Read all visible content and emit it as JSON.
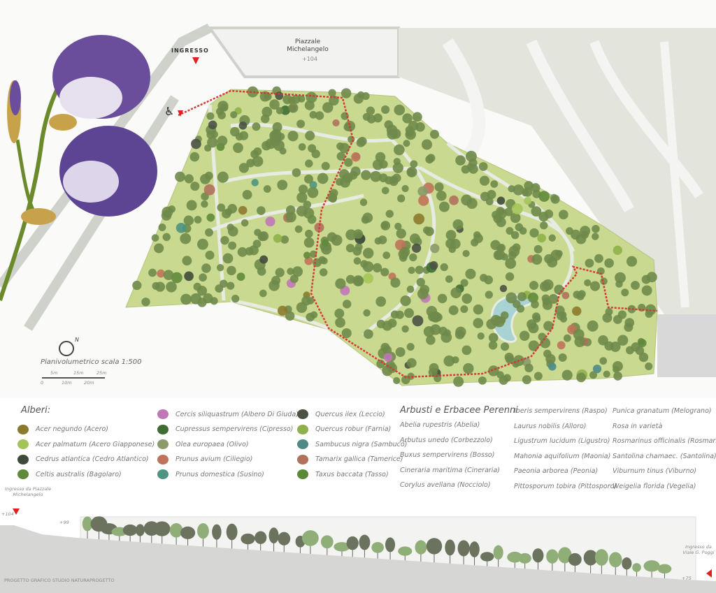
{
  "map": {
    "entrance_label": "INGRESSO",
    "piazzale_label": "Piazzale Michelangelo",
    "piazzale_elevation": "+104",
    "north_label": "N",
    "scale_title": "Planivolumetrico scala 1:500",
    "scale_ticks_top": [
      "5m",
      "15m",
      "25m"
    ],
    "scale_ticks_bottom": [
      "0",
      "10m",
      "20m"
    ],
    "colors": {
      "park": "#c9d98f",
      "path": "#e4e6df",
      "route": "#d23a3a",
      "road": "#d9dad5",
      "iris": "#6a4e9c"
    }
  },
  "legend": {
    "trees_title": "Alberi:",
    "trees": [
      {
        "label": "Acer negundo (Acero)",
        "color": "#8b7a2e"
      },
      {
        "label": "Acer palmatum (Acero Giapponese)",
        "color": "#a4c45a"
      },
      {
        "label": "Cedrus atlantica (Cedro Atlantico)",
        "color": "#3f4a3a"
      },
      {
        "label": "Celtis australis (Bagolaro)",
        "color": "#5f8a3a"
      },
      {
        "label": "Cercis siliquastrum (Albero Di Giuda)",
        "color": "#c176b8"
      },
      {
        "label": "Cupressus sempervirens (Cipresso)",
        "color": "#3f6d32"
      },
      {
        "label": "Olea europaea (Olivo)",
        "color": "#8a9a6a"
      },
      {
        "label": "Prunus avium (Ciliegio)",
        "color": "#c0735a"
      },
      {
        "label": "Prunus domestica (Susino)",
        "color": "#4e9482"
      },
      {
        "label": "Quercus ilex (Leccio)",
        "color": "#4a5244"
      },
      {
        "label": "Quercus robur (Farnia)",
        "color": "#8fb04a"
      },
      {
        "label": "Sambucus nigra (Sambuco)",
        "color": "#4f8a86"
      },
      {
        "label": "Tamarix gallica (Tamerice)",
        "color": "#b0705a"
      },
      {
        "label": "Taxus baccata (Tasso)",
        "color": "#5b8a35"
      }
    ],
    "shrubs_title": "Arbusti e Erbacee Perenni",
    "shrubs": [
      "Abelia rupestris (Abelia)",
      "Arbutus unedo (Corbezzolo)",
      "Buxus sempervirens (Bosso)",
      "Cineraria maritima (Cineraria)",
      "Corylus avellana (Nocciolo)",
      "Iberis sempervirens (Raspo)",
      "Laurus nobilis (Alloro)",
      "Ligustrum lucidum (Ligustro)",
      "Mahonia aquifolium (Maonia)",
      "Paeonia arborea (Peonia)",
      "Pittosporum tobira (Pittosporo)",
      "Punica granatum (Melograno)",
      "Rosa in varietà",
      "Rosmarinus officinalis (Rosmarino)",
      "Santolina chamaec. (Santolina)",
      "Viburnum tinus (Viburno)",
      "Weigelia florida (Vegelia)"
    ]
  },
  "profile": {
    "left_entrance": "Ingresso da Piazzale Michelangelo",
    "left_elevation": "+104",
    "mid_elevation": "+99",
    "right_entrance": "Ingresso da Viale G. Poggi",
    "right_elevation": "+75",
    "credit": "PROGETTO GRAFICO STUDIO NATURAPROGETTO"
  }
}
